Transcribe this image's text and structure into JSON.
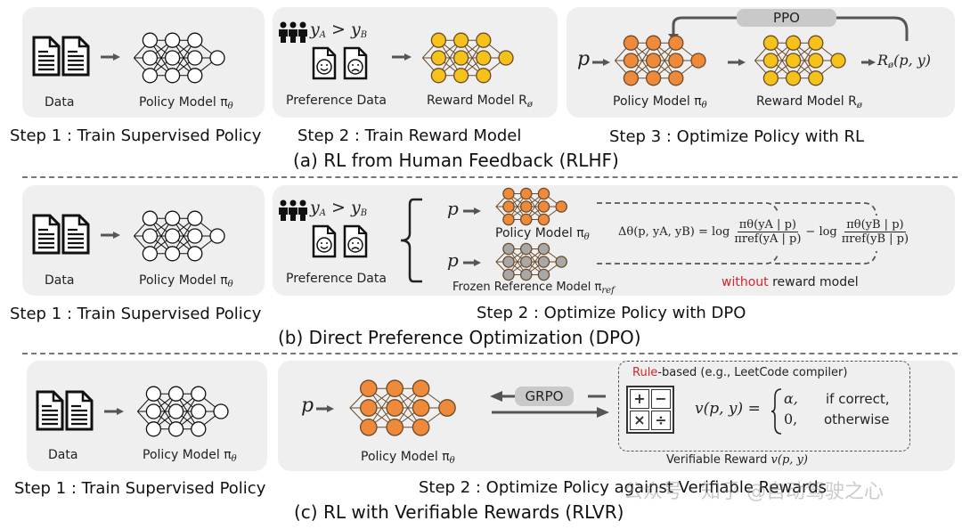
{
  "colors": {
    "panel_bg": "#efefef",
    "policy_node": "#ef8a3a",
    "reward_node": "#f5c21b",
    "frozen_node": "#a8a8a8",
    "plain_node": "#ffffff",
    "accent_red": "#d0262d",
    "pill_bg": "#c9c9c9"
  },
  "rlhf": {
    "caption": "(a) RL from Human Feedback (RLHF)",
    "step1": {
      "data_label": "Data",
      "model_label": "Policy Model π",
      "model_sub": "θ",
      "title": "Step 1 : Train Supervised Policy"
    },
    "step2": {
      "pref_a": "y",
      "pref_a_sub": "A",
      "pref_gt": ">",
      "pref_b": "y",
      "pref_b_sub": "B",
      "data_label": "Preference Data",
      "model_label": "Reward Model R",
      "model_sub": "ø",
      "title": "Step 2 : Train Reward Model"
    },
    "step3": {
      "input": "p",
      "ppo_label": "PPO",
      "policy_label": "Policy Model π",
      "policy_sub": "θ",
      "reward_label": "Reward Model R",
      "reward_sub": "ø",
      "output": "R",
      "output_sub": "ø",
      "output_args": "(p, y)",
      "title": "Step 3 : Optimize Policy with RL"
    }
  },
  "dpo": {
    "caption": "(b) Direct Preference Optimization (DPO)",
    "step1": {
      "data_label": "Data",
      "model_label": "Policy Model π",
      "model_sub": "θ",
      "title": "Step 1 : Train Supervised Policy"
    },
    "step2": {
      "pref_a": "y",
      "pref_a_sub": "A",
      "pref_gt": ">",
      "pref_b": "y",
      "pref_b_sub": "B",
      "data_label": "Preference Data",
      "input_top": "p",
      "input_bottom": "p",
      "policy_label": "Policy Model π",
      "policy_sub": "θ",
      "ref_label": "Frozen Reference Model π",
      "ref_sub": "ref",
      "formula_lhs": "Δθ(p, yA, yB) = log",
      "frac1_num": "πθ(yA | p)",
      "frac1_den": "πref(yA | p)",
      "minus_log": "− log",
      "frac2_num": "πθ(yB | p)",
      "frac2_den": "πref(yB | p)",
      "note_red": "without",
      "note_rest": " reward model",
      "title": "Step 2 : Optimize Policy with DPO"
    }
  },
  "rlvr": {
    "caption": "(c) RL with Verifiable Rewards (RLVR)",
    "step1": {
      "data_label": "Data",
      "model_label": "Policy Model π",
      "model_sub": "θ",
      "title": "Step 1 : Train Supervised Policy"
    },
    "step2": {
      "input": "p",
      "grpo_label": "GRPO",
      "policy_label": "Policy Model π",
      "policy_sub": "θ",
      "rule_red": "Rule",
      "rule_rest": "-based (e.g., LeetCode compiler)",
      "calc_keys": [
        "+",
        "−",
        "×",
        "÷"
      ],
      "func": "v(p, y) =",
      "case1_val": "α,",
      "case1_cond": "if correct,",
      "case2_val": "0,",
      "case2_cond": "otherwise",
      "verifiable_label": "Verifiable Reward ",
      "verifiable_math": "v(p, y)",
      "title": "Step 2 : Optimize Policy against Verifiable Rewards"
    }
  },
  "watermark": "公众号 · 知乎 @自动驾驶之心"
}
